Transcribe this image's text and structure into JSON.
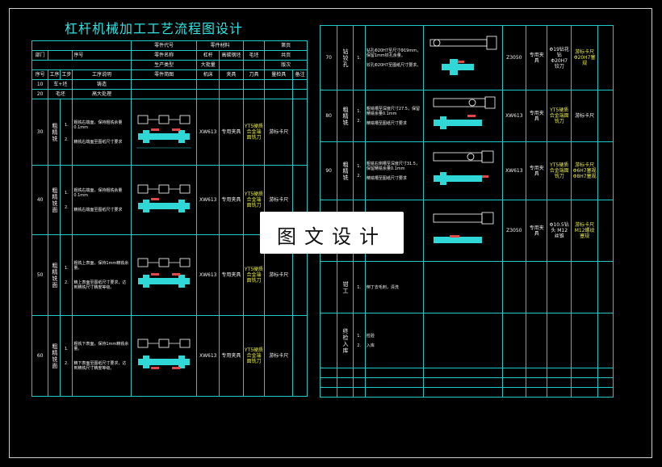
{
  "title": "杠杆机械加工工艺流程图设计",
  "watermark": "图文设计",
  "left_header": {
    "part_code": "零件代号",
    "part_material": "零件材料",
    "page_label": "第页",
    "dept": "部门",
    "seq_label": "序号",
    "part_name": "零件名称",
    "lever": "杠杆",
    "material_value": "高碳钢坯",
    "blank": "毛坯",
    "total_pages": "共页",
    "product_model": "生产类型",
    "big_batch": "大批量",
    "version": "版次",
    "col_seq": "序号",
    "col_proc": "工序",
    "col_step": "工步",
    "col_desc": "工序说明",
    "col_diagram": "零件简图",
    "col_machine": "机床",
    "col_tool": "刀具",
    "col_gauge": "量检具",
    "col_remark": "备注",
    "col_fixture": "夹具"
  },
  "left_rows": [
    {
      "seq": "10",
      "step": "车+坯",
      "desc": "铸造"
    },
    {
      "seq": "20",
      "step": "毛坯",
      "desc": "高大处理"
    },
    {
      "seq": "30",
      "proc": "粗精铣",
      "n1": "1.",
      "n2": "2.",
      "d1": "粗铣右端面，保持粗铣余量0.1mm",
      "d2": "精铣右端面至图纸尺寸要求",
      "machine": "XW613",
      "fixture": "专用夹具",
      "tool": "YT5硬质合金端面铣刀",
      "gauge": "游标卡尺"
    },
    {
      "seq": "40",
      "proc": "粗精铣面",
      "n1": "1.",
      "n2": "2.",
      "d1": "粗铣右端面，保持粗铣余量0.1mm",
      "d2": "精铣右端面至图纸尺寸要求",
      "machine": "XW613",
      "fixture": "专用夹具",
      "tool": "YT5硬质合金端面铣刀",
      "gauge": "游标卡尺"
    },
    {
      "seq": "50",
      "proc": "粗精铣面",
      "n1": "1.",
      "n2": "2.",
      "d1": "粗铣上表面，保持1mm精铣余量。",
      "d2": "精上表面至图纸尺寸要求，达到精铣尺寸精度等级。",
      "machine": "XW613",
      "fixture": "专用夹具",
      "tool": "YT5硬质合金端面铣刀",
      "gauge": "游标卡尺"
    },
    {
      "seq": "60",
      "proc": "粗精铣面",
      "n1": "1.",
      "n2": "2.",
      "d1": "粗铣下表面，保持1mm精铣余量。",
      "d2": "精下表面至图纸尺寸要求，达到精铣尺寸精度等级。",
      "machine": "XW613",
      "fixture": "专用夹具",
      "tool": "YT5硬质合金端面铣刀",
      "gauge": "游标卡尺"
    }
  ],
  "right_rows": [
    {
      "seq": "70",
      "proc": "钻铰孔",
      "n1": "1.",
      "d1": "钻孔Φ20H7至尺寸Φ19mm，保留1mm铰孔余量。",
      "d2": "铰孔Φ20H7至图纸尺寸要求。",
      "machine": "Z3050",
      "fixture": "专用夹具",
      "tool": "Φ19钻花钻 Φ20H7铰刀",
      "gauge": "游标卡尺 Φ20H7塞规"
    },
    {
      "seq": "80",
      "proc": "粗精铣",
      "n1": "1.",
      "n2": "2.",
      "d1": "粗铣槽至深度尺寸27.5，保留精铣余量0.1mm",
      "d2": "精铣槽至图纸尺寸要求",
      "machine": "XW613",
      "fixture": "专用夹具",
      "tool": "YT5硬质合金端面铣刀",
      "gauge": "游标卡尺"
    },
    {
      "seq": "90",
      "proc": "粗精铣",
      "n1": "1.",
      "n2": "2.",
      "d1": "粗铣右侧槽至深度尺寸31.5，保留精铣余量0.1mm",
      "d2": "精铣槽至图纸尺寸要求",
      "machine": "XW613",
      "fixture": "专用夹具",
      "tool": "YT5硬质合金端面铣刀",
      "gauge": "游标卡尺 Φ6H7塞规 Φ8H7塞规"
    },
    {
      "seq": "100",
      "proc": "",
      "n1": "",
      "d1": "",
      "d2": "",
      "machine": "Z3050",
      "fixture": "专用夹具",
      "tool": "Φ10.5钻头 M12丝锥",
      "gauge": "游标卡尺 M12螺纹塞规"
    },
    {
      "seq": "",
      "proc": "钳工",
      "n1": "1.",
      "d1": "倒丁去毛刺，清洗",
      "d2": "",
      "machine": "",
      "fixture": "",
      "tool": "",
      "gauge": ""
    },
    {
      "seq": "",
      "proc": "终检入库",
      "n1": "1.",
      "n2": "2.",
      "d1": "检验",
      "d2": "入库",
      "machine": "",
      "fixture": "",
      "tool": "",
      "gauge": ""
    }
  ]
}
